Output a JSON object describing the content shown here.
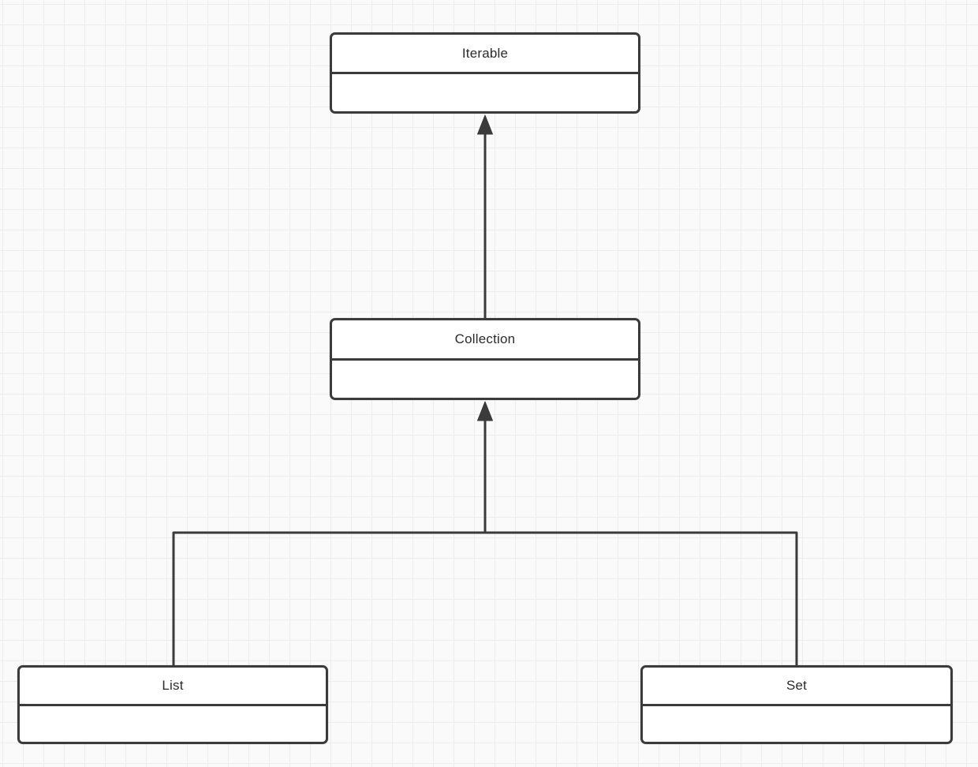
{
  "diagram": {
    "type": "uml-class-diagram",
    "nodes": [
      {
        "id": "iterable",
        "label": "Iterable",
        "members": ""
      },
      {
        "id": "collection",
        "label": "Collection",
        "members": ""
      },
      {
        "id": "list",
        "label": "List",
        "members": ""
      },
      {
        "id": "set",
        "label": "Set",
        "members": ""
      }
    ],
    "edges": [
      {
        "from": "collection",
        "to": "iterable",
        "type": "generalization",
        "arrow": "solid-triangle-up"
      },
      {
        "from": "list",
        "to": "collection",
        "type": "generalization",
        "arrow": "solid-triangle-up"
      },
      {
        "from": "set",
        "to": "collection",
        "type": "generalization",
        "arrow": "solid-triangle-up"
      }
    ],
    "colors": {
      "canvas_background": "#fafafa",
      "grid_line": "#ececec",
      "node_fill": "#ffffff",
      "stroke": "#3b3b3b",
      "text": "#2b2b2b"
    }
  }
}
